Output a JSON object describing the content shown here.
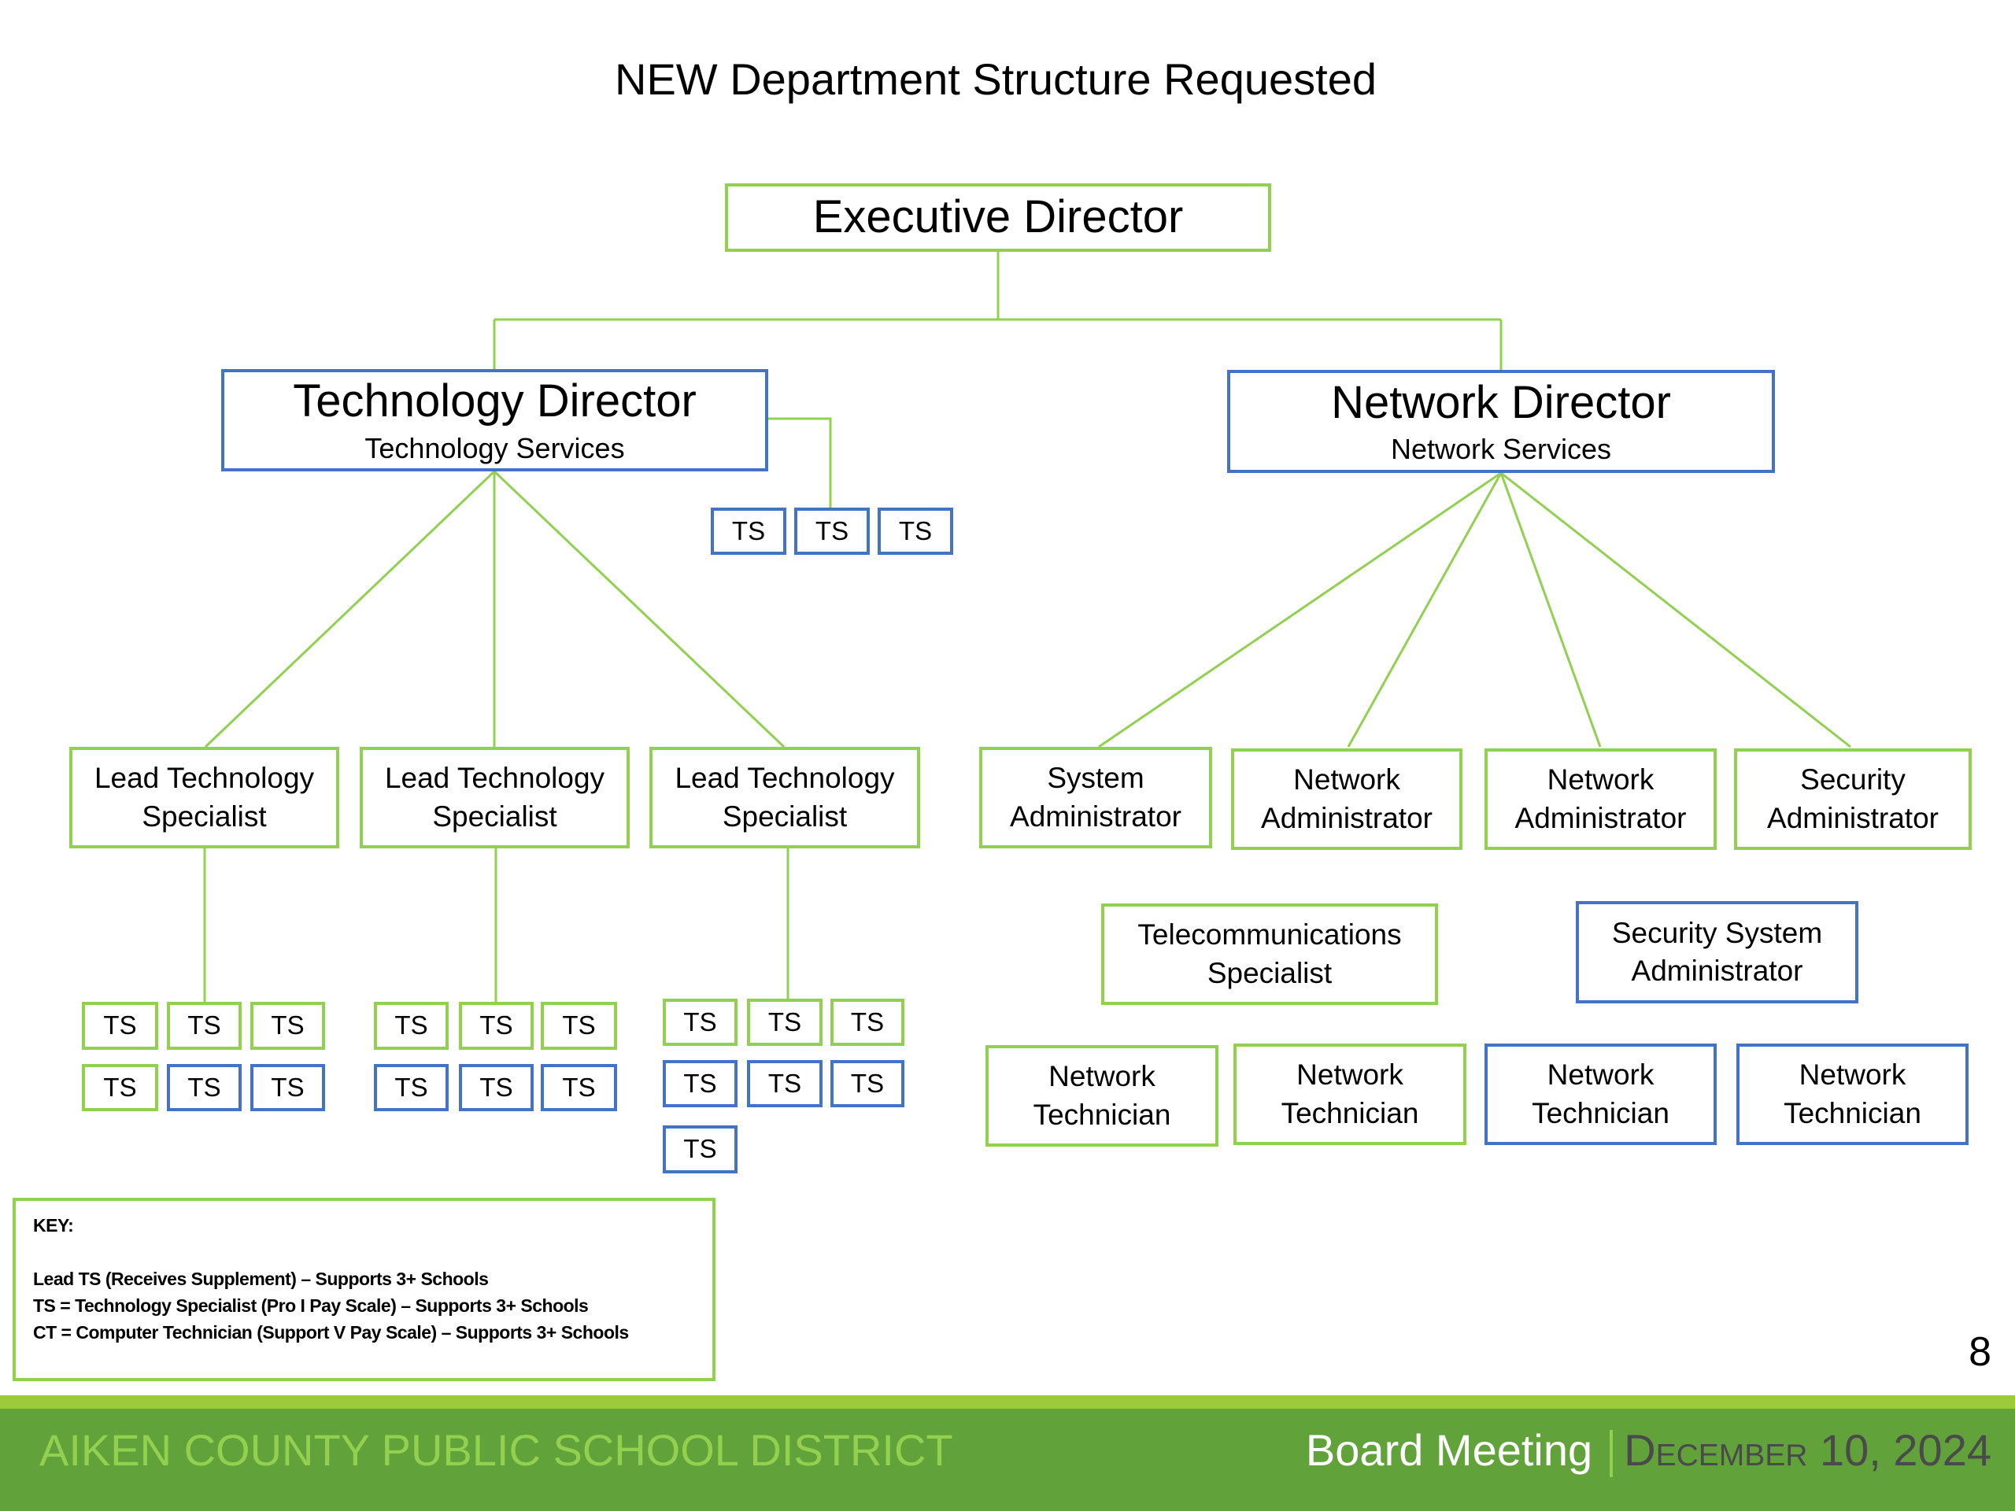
{
  "slide": {
    "title": "NEW Department Structure Requested",
    "page_number": "8"
  },
  "colors": {
    "existing_border": "#92d050",
    "new_border": "#4472c4",
    "connector": "#92d050",
    "footer_bg": "#62a23a",
    "footer_text": "#92d050"
  },
  "org": {
    "executive": {
      "title": "Executive Director",
      "status": "existing"
    },
    "tech_director": {
      "title": "Technology Director",
      "subtitle": "Technology Services",
      "status": "new"
    },
    "network_director": {
      "title": "Network Director",
      "subtitle": "Network Services",
      "status": "new"
    },
    "tech_direct_ts": [
      {
        "label": "TS",
        "status": "new"
      },
      {
        "label": "TS",
        "status": "new"
      },
      {
        "label": "TS",
        "status": "new"
      }
    ],
    "leads": [
      {
        "title_line1": "Lead Technology",
        "title_line2": "Specialist",
        "status": "existing"
      },
      {
        "title_line1": "Lead Technology",
        "title_line2": "Specialist",
        "status": "existing"
      },
      {
        "title_line1": "Lead Technology",
        "title_line2": "Specialist",
        "status": "existing"
      }
    ],
    "ts_groups": [
      {
        "items": [
          {
            "label": "TS",
            "status": "existing"
          },
          {
            "label": "TS",
            "status": "existing"
          },
          {
            "label": "TS",
            "status": "existing"
          },
          {
            "label": "TS",
            "status": "existing"
          },
          {
            "label": "TS",
            "status": "new"
          },
          {
            "label": "TS",
            "status": "new"
          }
        ]
      },
      {
        "items": [
          {
            "label": "TS",
            "status": "existing"
          },
          {
            "label": "TS",
            "status": "existing"
          },
          {
            "label": "TS",
            "status": "existing"
          },
          {
            "label": "TS",
            "status": "new"
          },
          {
            "label": "TS",
            "status": "new"
          },
          {
            "label": "TS",
            "status": "new"
          }
        ]
      },
      {
        "items": [
          {
            "label": "TS",
            "status": "existing"
          },
          {
            "label": "TS",
            "status": "existing"
          },
          {
            "label": "TS",
            "status": "existing"
          },
          {
            "label": "TS",
            "status": "new"
          },
          {
            "label": "TS",
            "status": "new"
          },
          {
            "label": "TS",
            "status": "new"
          },
          {
            "label": "TS",
            "status": "new"
          }
        ]
      }
    ],
    "network_roles": [
      {
        "line1": "System",
        "line2": "Administrator",
        "status": "existing"
      },
      {
        "line1": "Network",
        "line2": "Administrator",
        "status": "existing"
      },
      {
        "line1": "Network",
        "line2": "Administrator",
        "status": "existing"
      },
      {
        "line1": "Security",
        "line2": "Administrator",
        "status": "existing"
      }
    ],
    "telecom": {
      "line1": "Telecommunications",
      "line2": "Specialist",
      "status": "existing"
    },
    "security_system": {
      "line1": "Security System",
      "line2": "Administrator",
      "status": "new"
    },
    "network_technicians": [
      {
        "line1": "Network",
        "line2": "Technician",
        "status": "existing"
      },
      {
        "line1": "Network",
        "line2": "Technician",
        "status": "existing"
      },
      {
        "line1": "Network",
        "line2": "Technician",
        "status": "new"
      },
      {
        "line1": "Network",
        "line2": "Technician",
        "status": "new"
      }
    ]
  },
  "key": {
    "heading": "KEY:",
    "lines": [
      "Lead TS (Receives Supplement) – Supports 3+ Schools",
      "TS = Technology Specialist (Pro I Pay Scale) – Supports 3+ Schools",
      "CT = Computer Technician (Support V Pay Scale) – Supports 3+ Schools"
    ]
  },
  "footer": {
    "district": "AIKEN COUNTY PUBLIC SCHOOL DISTRICT",
    "meeting": "Board Meeting",
    "date": "December 10, 2024"
  }
}
